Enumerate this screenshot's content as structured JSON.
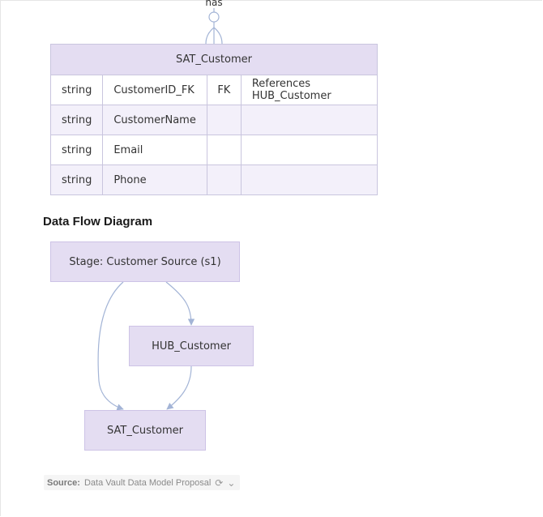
{
  "relationship_label": "has",
  "entity": {
    "title": "SAT_Customer",
    "rows": [
      {
        "type": "string",
        "name": "CustomerID_FK",
        "key": "FK",
        "comment": "References HUB_Customer"
      },
      {
        "type": "string",
        "name": "CustomerName",
        "key": "",
        "comment": ""
      },
      {
        "type": "string",
        "name": "Email",
        "key": "",
        "comment": ""
      },
      {
        "type": "string",
        "name": "Phone",
        "key": "",
        "comment": ""
      }
    ]
  },
  "section_heading": "Data Flow Diagram",
  "flow": {
    "nodes": {
      "stage": "Stage: Customer Source (s1)",
      "hub": "HUB_Customer",
      "sat": "SAT_Customer"
    }
  },
  "source": {
    "label": "Source:",
    "text": "Data Vault Data Model Proposal",
    "icons": [
      "refresh-icon",
      "chevron-down-icon"
    ]
  },
  "colors": {
    "node_fill": "#e4ddf2",
    "edge": "#a3b4d6",
    "row_alt": "#f3f0fa"
  }
}
